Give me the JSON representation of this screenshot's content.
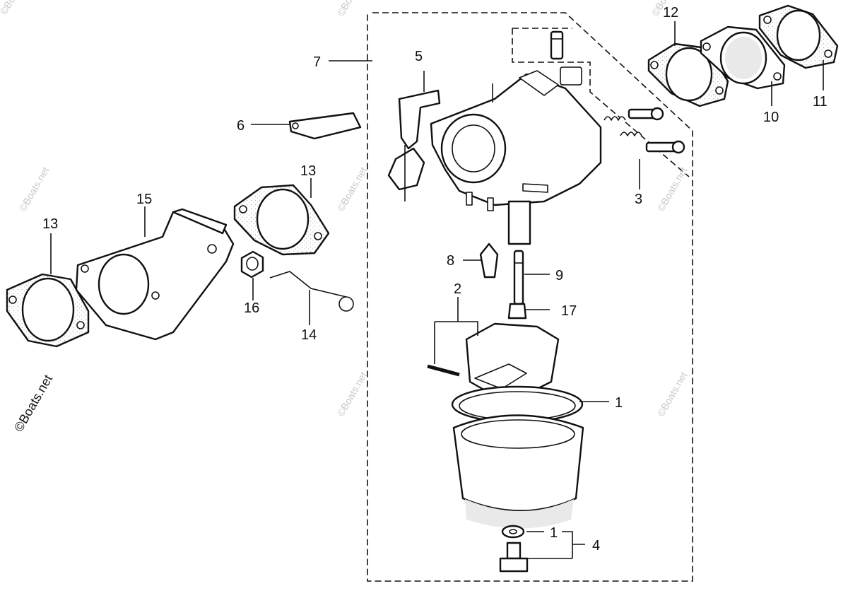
{
  "callouts": {
    "c1a": "1",
    "c1b": "1",
    "c2": "2",
    "c3": "3",
    "c4": "4",
    "c5": "5",
    "c6": "6",
    "c7": "7",
    "c8": "8",
    "c9": "9",
    "c10": "10",
    "c11": "11",
    "c12": "12",
    "c13a": "13",
    "c13b": "13",
    "c14": "14",
    "c15": "15",
    "c16": "16",
    "c17": "17"
  },
  "watermark": "©Boats.net"
}
